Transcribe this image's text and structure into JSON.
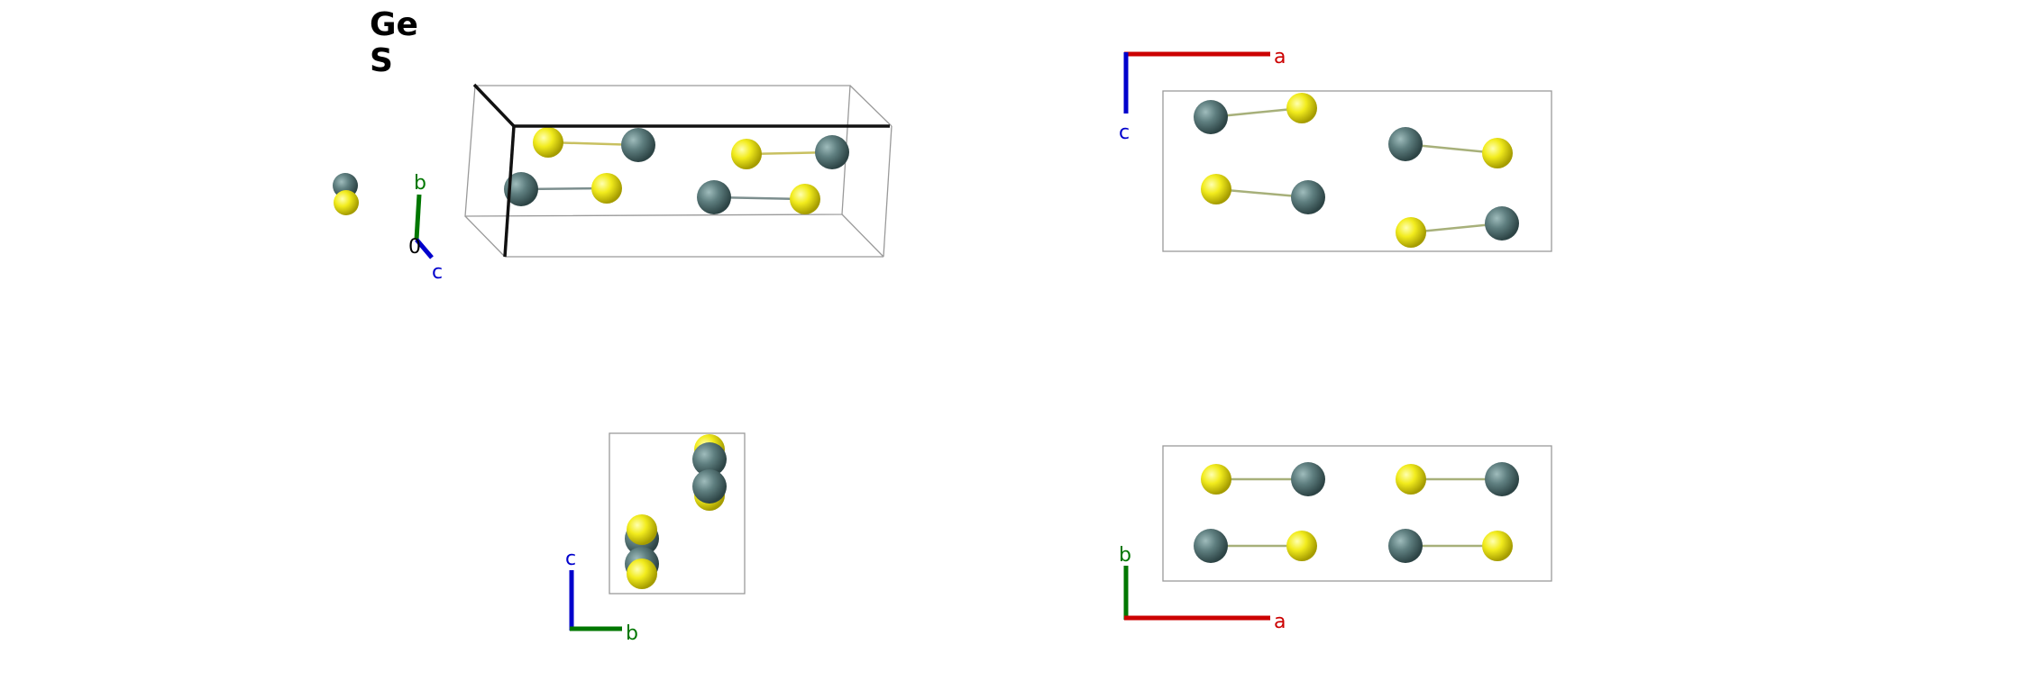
{
  "legend": {
    "elements": [
      "Ge",
      "S"
    ]
  },
  "colors": {
    "ge_atom": "#5f7f80",
    "s_atom": "#f2ec1d",
    "axis_a": "#cc0000",
    "axis_b": "#007700",
    "axis_c": "#0000cc",
    "cell_outline": "#9a9a9a",
    "cell_axis": "#111111"
  },
  "views": {
    "perspective": {
      "axes": {
        "b": "b",
        "c": "c",
        "origin": "0"
      }
    },
    "top_right": {
      "axes": {
        "a": "a",
        "c": "c"
      }
    },
    "bottom_left": {
      "axes": {
        "c": "c",
        "b": "b"
      }
    },
    "bottom_right": {
      "axes": {
        "b": "b",
        "a": "a"
      }
    }
  }
}
